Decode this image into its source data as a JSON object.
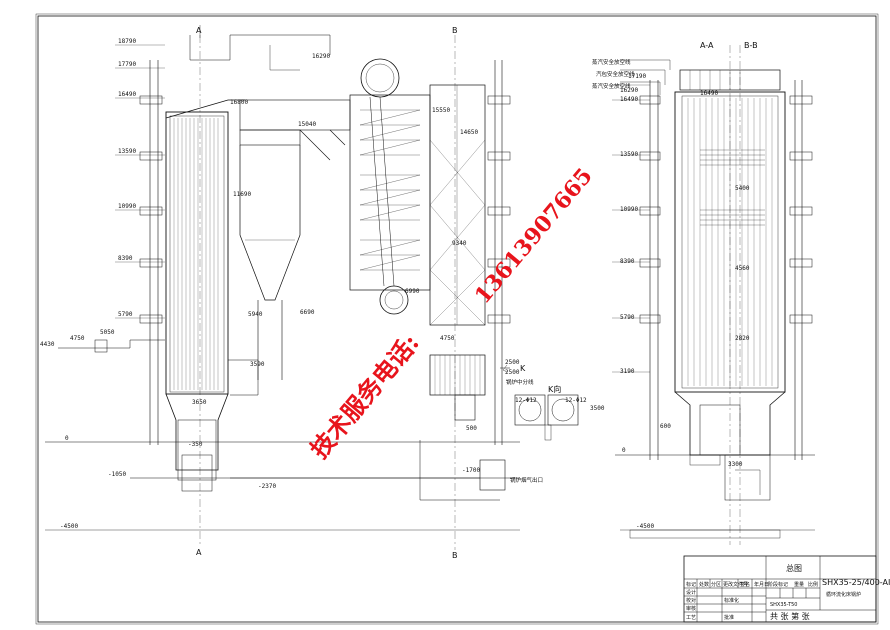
{
  "sections": {
    "section_a_top": "A",
    "section_a_bottom": "A",
    "section_b_top": "B",
    "section_b_bottom": "B",
    "section_aa": "A-A",
    "section_bb": "B-B",
    "section_k": "K",
    "section_k_view": "K向"
  },
  "left_levels": [
    "18790",
    "17790",
    "16490",
    "13590",
    "10990",
    "8390",
    "5790",
    "4430",
    "-1050",
    "-4500",
    "0"
  ],
  "left_internal_dims": [
    "16290",
    "16800",
    "15040",
    "15550",
    "14650",
    "11690",
    "9340",
    "6990",
    "6690",
    "5940",
    "4750",
    "4750",
    "3590",
    "3650",
    "2500",
    "-350",
    "-2370",
    "-1700",
    "500",
    "2500",
    "3500",
    "5050",
    "12-Φ12",
    "12-Φ12"
  ],
  "right_levels": [
    "17190",
    "16490",
    "16290",
    "13590",
    "10990",
    "8390",
    "5790",
    "3190",
    "0",
    "-4500"
  ],
  "right_internal_dims": [
    "16490",
    "5400",
    "4560",
    "2820",
    "3300",
    "600"
  ],
  "labels": {
    "furnace_sep": "锅炉中分线",
    "flue_outlet": "锅炉烟气出口",
    "r_label_1": "蒸汽安全放空线",
    "r_label_2": "汽包安全放空线",
    "r_label_3": "蒸汽安全放空线"
  },
  "watermark": {
    "phone": "13613907665",
    "service": "技术服务电话:"
  },
  "title_block": {
    "drawing_name": "总图",
    "model": "SHX35-25/400-AI",
    "description": "循环流化床锅炉",
    "stage_label": "阶段标记",
    "weight_label": "重量",
    "scale_label": "比例",
    "code": "SHX35-T50",
    "sheets": "共  张  第  张",
    "rows": [
      "标记",
      "处数",
      "分区",
      "更改文件号",
      "签名",
      "年月日"
    ],
    "sign_rows": [
      "设计",
      "校对",
      "审核",
      "工艺",
      "标准化",
      "批准"
    ]
  },
  "colors": {
    "line": "#111111",
    "watermark": "#e8141c"
  }
}
